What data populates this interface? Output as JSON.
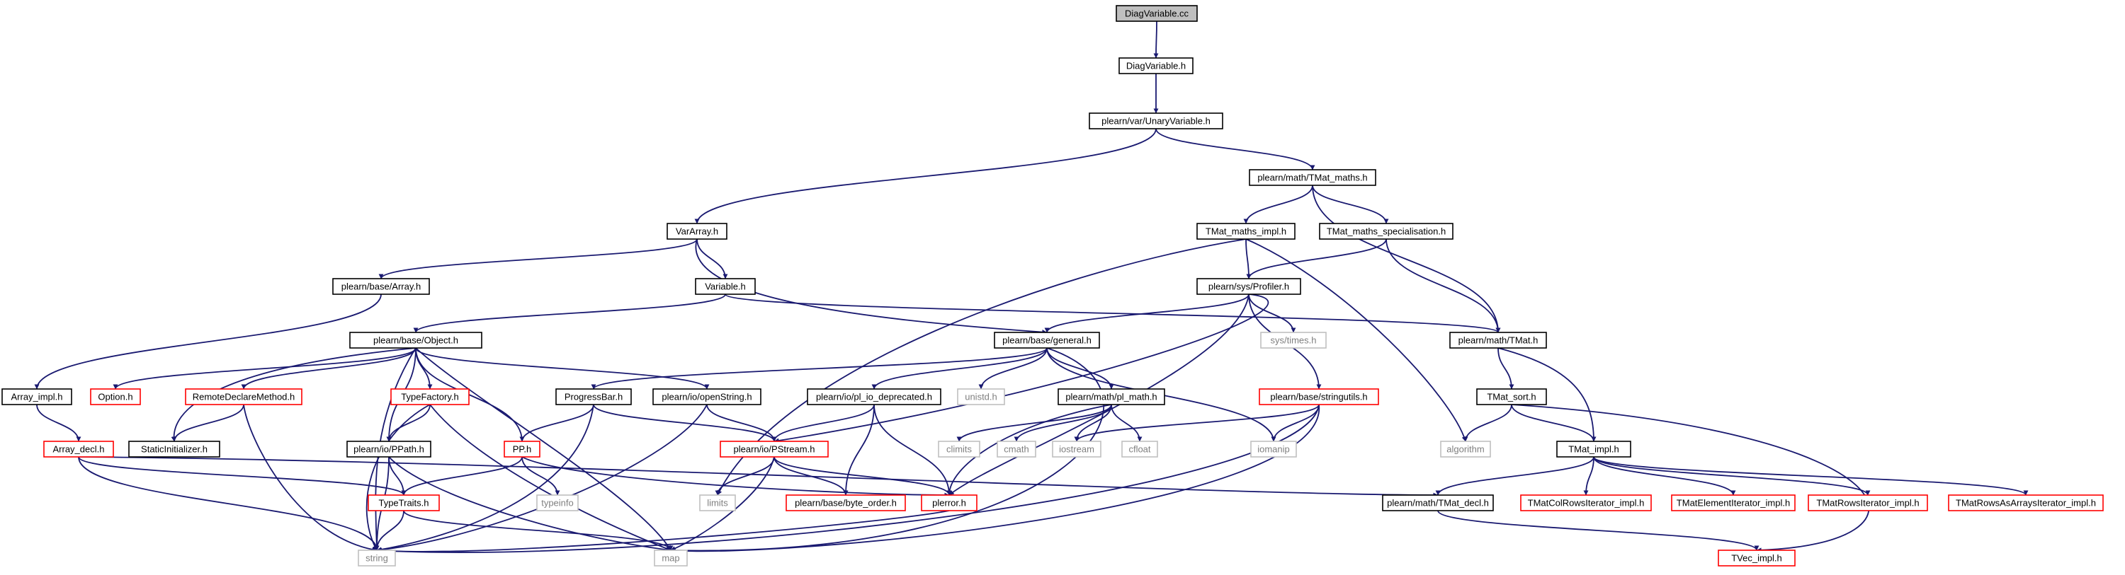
{
  "colors": {
    "edge": "#191970",
    "root_fill": "#bfbfbf",
    "node_border": "#000000",
    "truncated_border": "#ff0000",
    "external_border": "#bfbfbf",
    "external_text": "#7f7f7f"
  },
  "nodes": [
    {
      "id": "diagvariable_cc",
      "label": "DiagVariable.cc",
      "kind": "root"
    },
    {
      "id": "diagvariable_h",
      "label": "DiagVariable.h",
      "kind": "normal"
    },
    {
      "id": "unaryvariable_h",
      "label": "plearn/var/UnaryVariable.h",
      "kind": "normal"
    },
    {
      "id": "tmat_maths_h",
      "label": "plearn/math/TMat_maths.h",
      "kind": "normal"
    },
    {
      "id": "vararray_h",
      "label": "VarArray.h",
      "kind": "normal"
    },
    {
      "id": "tmat_maths_impl_h",
      "label": "TMat_maths_impl.h",
      "kind": "normal"
    },
    {
      "id": "tmat_maths_spec_h",
      "label": "TMat_maths_specialisation.h",
      "kind": "normal"
    },
    {
      "id": "base_array_h",
      "label": "plearn/base/Array.h",
      "kind": "normal"
    },
    {
      "id": "variable_h",
      "label": "Variable.h",
      "kind": "normal"
    },
    {
      "id": "profiler_h",
      "label": "plearn/sys/Profiler.h",
      "kind": "normal"
    },
    {
      "id": "general_h",
      "label": "plearn/base/general.h",
      "kind": "normal"
    },
    {
      "id": "object_h",
      "label": "plearn/base/Object.h",
      "kind": "normal"
    },
    {
      "id": "sys_times_h",
      "label": "sys/times.h",
      "kind": "ext"
    },
    {
      "id": "tmat_h",
      "label": "plearn/math/TMat.h",
      "kind": "normal"
    },
    {
      "id": "array_impl_h",
      "label": "Array_impl.h",
      "kind": "normal"
    },
    {
      "id": "option_h",
      "label": "Option.h",
      "kind": "trunc"
    },
    {
      "id": "remotedeclare_h",
      "label": "RemoteDeclareMethod.h",
      "kind": "trunc"
    },
    {
      "id": "typefactory_h",
      "label": "TypeFactory.h",
      "kind": "trunc"
    },
    {
      "id": "progressbar_h",
      "label": "ProgressBar.h",
      "kind": "normal"
    },
    {
      "id": "openstring_h",
      "label": "plearn/io/openString.h",
      "kind": "normal"
    },
    {
      "id": "pl_io_depr_h",
      "label": "plearn/io/pl_io_deprecated.h",
      "kind": "normal"
    },
    {
      "id": "unistd_h",
      "label": "unistd.h",
      "kind": "ext"
    },
    {
      "id": "pl_math_h",
      "label": "plearn/math/pl_math.h",
      "kind": "normal"
    },
    {
      "id": "stringutils_h",
      "label": "plearn/base/stringutils.h",
      "kind": "trunc"
    },
    {
      "id": "tmat_sort_h",
      "label": "TMat_sort.h",
      "kind": "normal"
    },
    {
      "id": "array_decl_h",
      "label": "Array_decl.h",
      "kind": "trunc"
    },
    {
      "id": "staticinit_h",
      "label": "StaticInitializer.h",
      "kind": "normal"
    },
    {
      "id": "ppath_h",
      "label": "plearn/io/PPath.h",
      "kind": "normal"
    },
    {
      "id": "pp_h",
      "label": "PP.h",
      "kind": "trunc"
    },
    {
      "id": "pstream_h",
      "label": "plearn/io/PStream.h",
      "kind": "trunc"
    },
    {
      "id": "climits",
      "label": "climits",
      "kind": "ext"
    },
    {
      "id": "cmath",
      "label": "cmath",
      "kind": "ext"
    },
    {
      "id": "iostream",
      "label": "iostream",
      "kind": "ext"
    },
    {
      "id": "cfloat",
      "label": "cfloat",
      "kind": "ext"
    },
    {
      "id": "iomanip",
      "label": "iomanip",
      "kind": "ext"
    },
    {
      "id": "algorithm",
      "label": "algorithm",
      "kind": "ext"
    },
    {
      "id": "tmat_impl_h",
      "label": "TMat_impl.h",
      "kind": "normal"
    },
    {
      "id": "typeinfo",
      "label": "typeinfo",
      "kind": "ext"
    },
    {
      "id": "typetraits_h",
      "label": "TypeTraits.h",
      "kind": "trunc"
    },
    {
      "id": "limits",
      "label": "limits",
      "kind": "ext"
    },
    {
      "id": "byte_order_h",
      "label": "plearn/base/byte_order.h",
      "kind": "trunc"
    },
    {
      "id": "plerror_h",
      "label": "plerror.h",
      "kind": "trunc"
    },
    {
      "id": "tmat_decl_h",
      "label": "plearn/math/TMat_decl.h",
      "kind": "normal"
    },
    {
      "id": "tmatcolrows_h",
      "label": "TMatColRowsIterator_impl.h",
      "kind": "trunc"
    },
    {
      "id": "tmatelement_h",
      "label": "TMatElementIterator_impl.h",
      "kind": "trunc"
    },
    {
      "id": "tmatrows_h",
      "label": "TMatRowsIterator_impl.h",
      "kind": "trunc"
    },
    {
      "id": "tmatrowsasarrays_h",
      "label": "TMatRowsAsArraysIterator_impl.h",
      "kind": "trunc"
    },
    {
      "id": "string",
      "label": "string",
      "kind": "ext"
    },
    {
      "id": "map",
      "label": "map",
      "kind": "ext"
    },
    {
      "id": "tvec_impl_h",
      "label": "TVec_impl.h",
      "kind": "trunc"
    }
  ]
}
